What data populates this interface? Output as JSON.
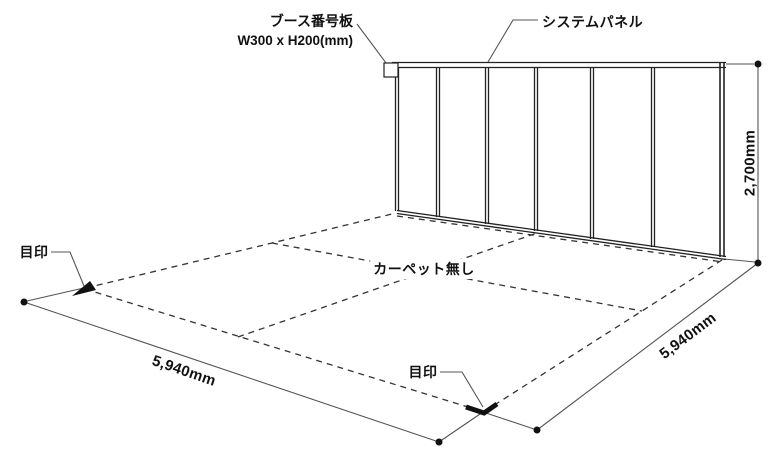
{
  "page": {
    "background": "#ffffff",
    "drawing_line_color": "#222222",
    "dimension_line_color": "#555555",
    "dot_color": "#111111"
  },
  "labels": {
    "booth_board": {
      "line1": "ブース番号板",
      "line2": "W300 x H200(mm)"
    },
    "system_panel": "システムパネル",
    "no_carpet": "カーペット無し",
    "marker_left": "目印",
    "marker_front": "目印",
    "dims": {
      "floor_left": "5,940mm",
      "floor_right": "5,940mm",
      "height": "2,700mm"
    }
  }
}
